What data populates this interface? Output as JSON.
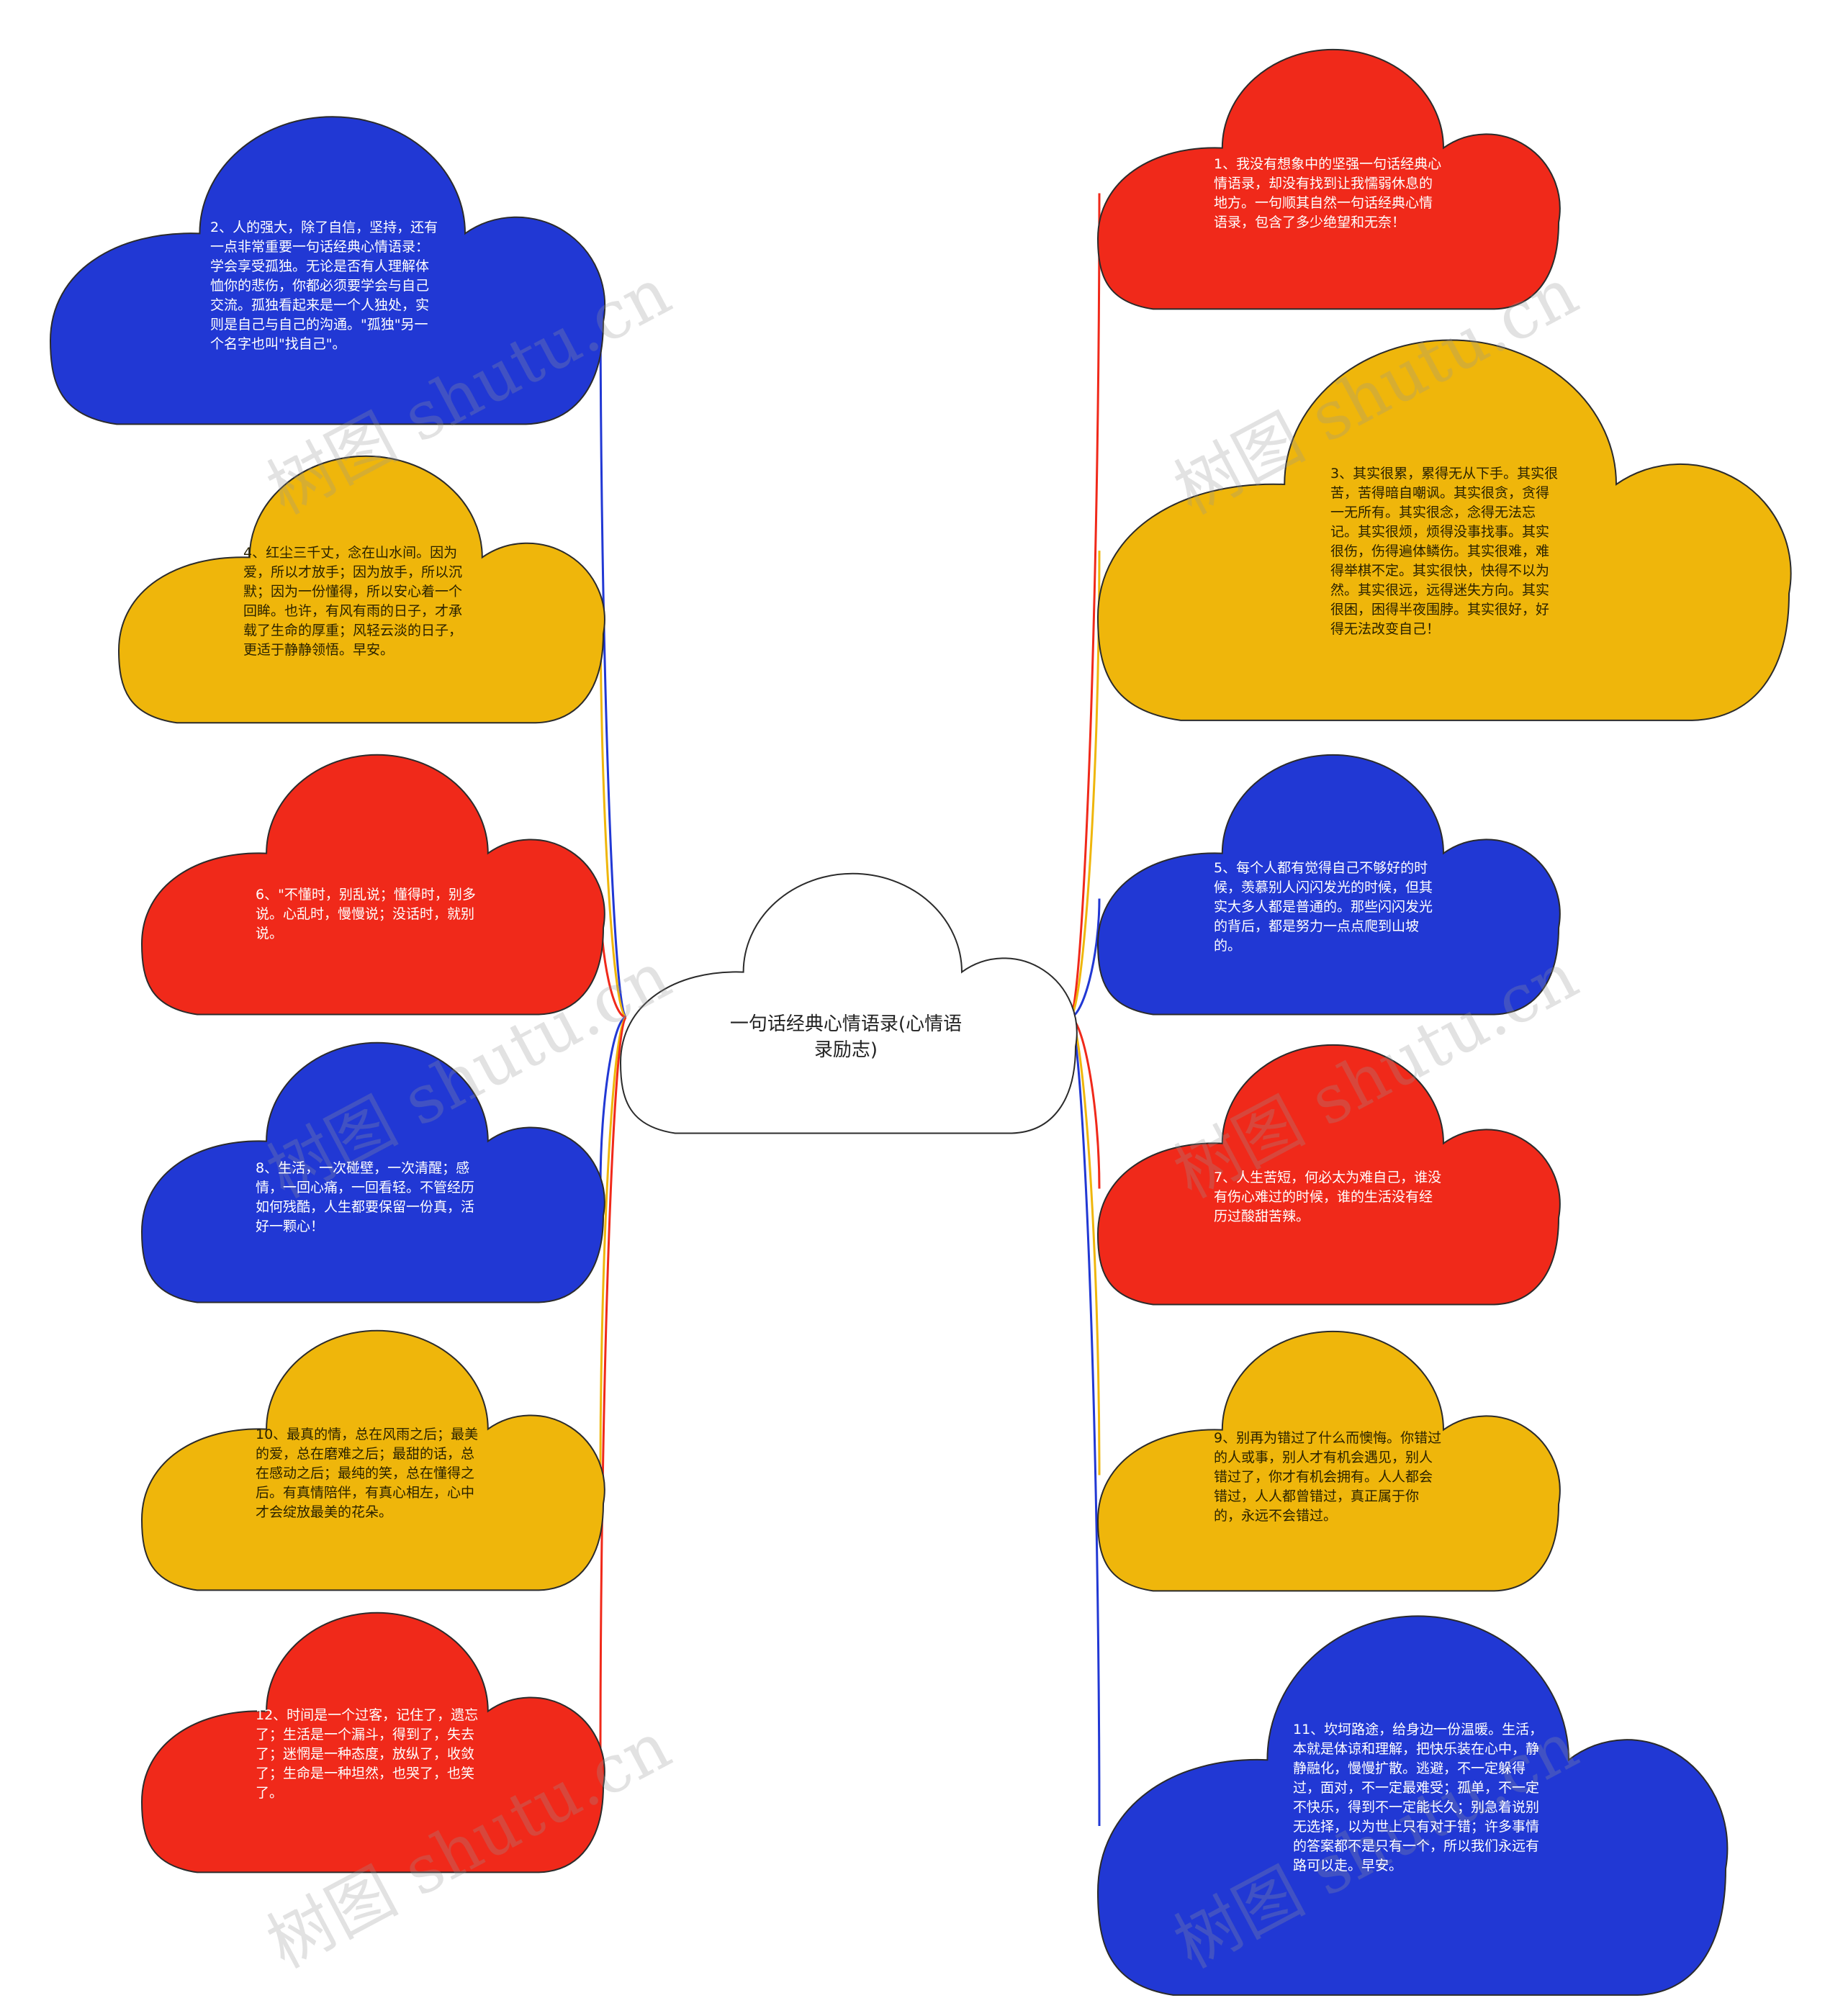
{
  "center": {
    "label": "一句话经典心情语录(心情语录励志)"
  },
  "colors": {
    "red": "#F0291A",
    "blue": "#2138D4",
    "yellow": "#EFB60B",
    "center_fill": "#FFFFFF"
  },
  "nodes": [
    {
      "id": "n1",
      "color": "red",
      "text": "1、我没有想象中的坚强一句话经典心情语录，却没有找到让我懦弱休息的地方。一句顺其自然一句话经典心情语录，包含了多少绝望和无奈！"
    },
    {
      "id": "n2",
      "color": "blue",
      "text": "2、人的强大，除了自信，坚持，还有一点非常重要一句话经典心情语录：学会享受孤独。无论是否有人理解体恤你的悲伤，你都必须要学会与自己交流。孤独看起来是一个人独处，实则是自己与自己的沟通。\"孤独\"另一个名字也叫\"找自己\"。"
    },
    {
      "id": "n3",
      "color": "yellow",
      "text": "3、其实很累，累得无从下手。其实很苦，苦得暗自嘲讽。其实很贪，贪得一无所有。其实很念，念得无法忘记。其实很烦，烦得没事找事。其实很伤，伤得遍体鳞伤。其实很难，难得举棋不定。其实很快，快得不以为然。其实很远，远得迷失方向。其实很困，困得半夜围脖。其实很好，好得无法改变自己！"
    },
    {
      "id": "n4",
      "color": "yellow",
      "text": "4、红尘三千丈，念在山水间。因为爱，所以才放手；因为放手，所以沉默；因为一份懂得，所以安心着一个回眸。也许，有风有雨的日子，才承载了生命的厚重；风轻云淡的日子，更适于静静领悟。早安。"
    },
    {
      "id": "n5",
      "color": "blue",
      "text": "5、每个人都有觉得自己不够好的时候，羡慕别人闪闪发光的时候，但其实大多人都是普通的。那些闪闪发光的背后，都是努力一点点爬到山坡的。"
    },
    {
      "id": "n6",
      "color": "red",
      "text": "6、\"不懂时，别乱说；懂得时，别多说。心乱时，慢慢说；没话时，就别说。"
    },
    {
      "id": "n7",
      "color": "red",
      "text": "7、人生苦短，何必太为难自己，谁没有伤心难过的时候，谁的生活没有经历过酸甜苦辣。"
    },
    {
      "id": "n8",
      "color": "blue",
      "text": "8、生活，一次碰壁，一次清醒；感情，一回心痛，一回看轻。不管经历如何残酷，人生都要保留一份真，活好一颗心！"
    },
    {
      "id": "n9",
      "color": "yellow",
      "text": "9、别再为错过了什么而懊悔。你错过的人或事，别人才有机会遇见，别人错过了，你才有机会拥有。人人都会错过，人人都曾错过，真正属于你的，永远不会错过。"
    },
    {
      "id": "n10",
      "color": "yellow",
      "text": "10、最真的情，总在风雨之后；最美的爱，总在磨难之后；最甜的话，总在感动之后；最纯的笑，总在懂得之后。有真情陪伴，有真心相左，心中才会绽放最美的花朵。"
    },
    {
      "id": "n11",
      "color": "blue",
      "text": "11、坎坷路途，给身边一份温暖。生活，本就是体谅和理解，把快乐装在心中，静静融化，慢慢扩散。逃避，不一定躲得过，面对，不一定最难受；孤单，不一定不快乐，得到不一定能长久；别急着说别无选择，以为世上只有对于错；许多事情的答案都不是只有一个，所以我们永远有路可以走。早安。"
    },
    {
      "id": "n12",
      "color": "red",
      "text": "12、时间是一个过客，记住了，遗忘了；生活是一个漏斗，得到了，失去了；迷惘是一种态度，放纵了，收敛了；生命是一种坦然，也哭了，也笑了。"
    }
  ],
  "watermark": "树图 shutu.cn"
}
